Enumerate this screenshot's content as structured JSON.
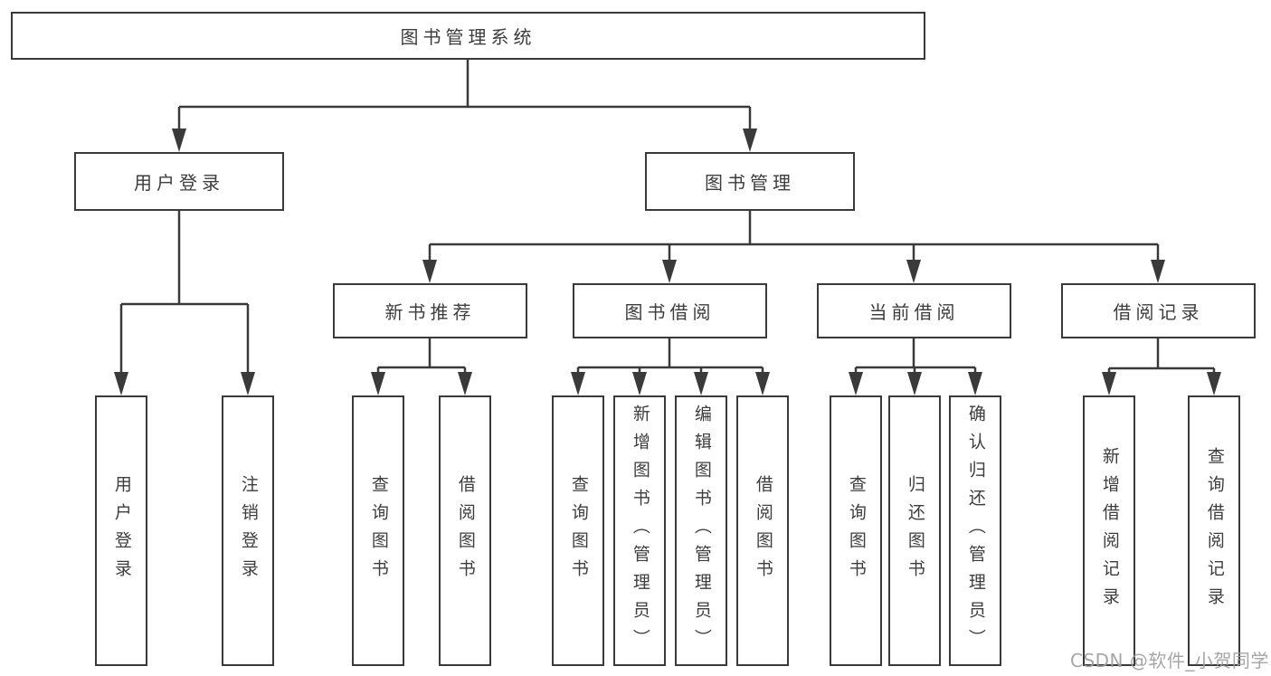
{
  "diagram": {
    "tree": {
      "label": "图书管理系统",
      "children": [
        {
          "label": "用户登录",
          "children": [
            {
              "label": "用户登录"
            },
            {
              "label": "注销登录"
            }
          ]
        },
        {
          "label": "图书管理",
          "children": [
            {
              "label": "新书推荐",
              "children": [
                {
                  "label": "查询图书"
                },
                {
                  "label": "借阅图书"
                }
              ]
            },
            {
              "label": "图书借阅",
              "children": [
                {
                  "label": "查询图书"
                },
                {
                  "label": "新增图书（管理员）"
                },
                {
                  "label": "编辑图书（管理员）"
                },
                {
                  "label": "借阅图书"
                }
              ]
            },
            {
              "label": "当前借阅",
              "children": [
                {
                  "label": "查询图书"
                },
                {
                  "label": "归还图书"
                },
                {
                  "label": "确认归还（管理员）"
                }
              ]
            },
            {
              "label": "借阅记录",
              "children": [
                {
                  "label": "新增借阅记录"
                },
                {
                  "label": "查询借阅记录"
                }
              ]
            }
          ]
        }
      ]
    }
  },
  "watermark": {
    "text": "CSDN @软件_小贺同学"
  },
  "colors": {
    "line": "#3a3a3a",
    "box_border": "#3a3a3a",
    "text": "#3d3d3d",
    "background": "#ffffff",
    "watermark": "#9e9e9e"
  }
}
